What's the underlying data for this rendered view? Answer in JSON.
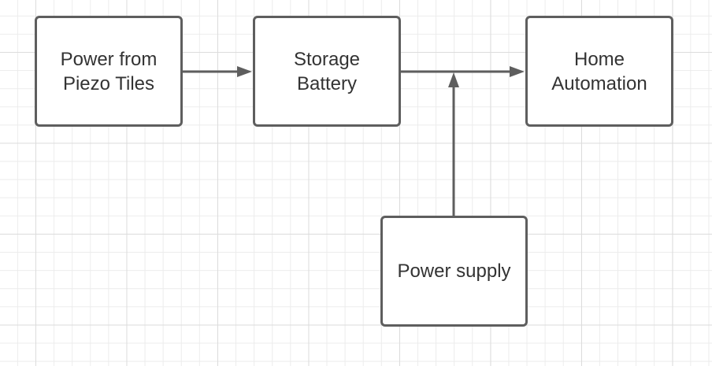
{
  "diagram": {
    "nodes": [
      {
        "id": "piezo",
        "label": "Power from\nPiezo Tiles"
      },
      {
        "id": "battery",
        "label": "Storage\nBattery"
      },
      {
        "id": "home",
        "label": "Home\nAutomation"
      },
      {
        "id": "supply",
        "label": "Power supply"
      }
    ],
    "edges": [
      {
        "from": "piezo",
        "to": "battery"
      },
      {
        "from": "battery",
        "to": "home"
      },
      {
        "from": "supply",
        "to": "battery-home-edge"
      }
    ],
    "colors": {
      "stroke": "#5e5e5e",
      "text": "#333333",
      "grid": "#ececec"
    }
  }
}
